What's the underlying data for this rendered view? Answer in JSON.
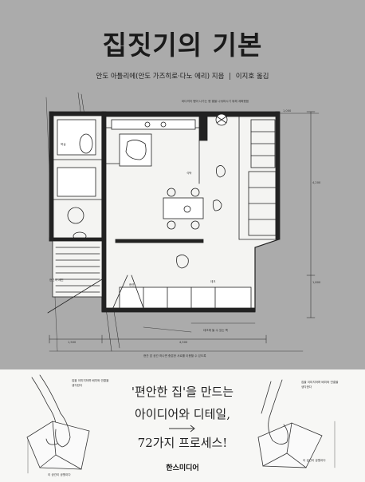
{
  "cover": {
    "title": "집짓기의 기본",
    "authors": {
      "names": "안도 아틀리에(안도 가즈히로·다노 에리)",
      "role": "지음",
      "translator": "이지호",
      "translator_role": "옮김"
    },
    "tagline": {
      "line1": "'편안한 집'을 만드는",
      "line2": "아이디어와 디테일,",
      "line3": "72가지 프로세스!"
    },
    "publisher": "한스미디어"
  },
  "colors": {
    "top_background": "#ababab",
    "bottom_background": "#f7f7f5",
    "text": "#1a1a1a"
  },
  "icons": [
    "floor-plan-illustration",
    "hand-holding-model-left",
    "hand-holding-model-right",
    "arrow-right-icon"
  ]
}
